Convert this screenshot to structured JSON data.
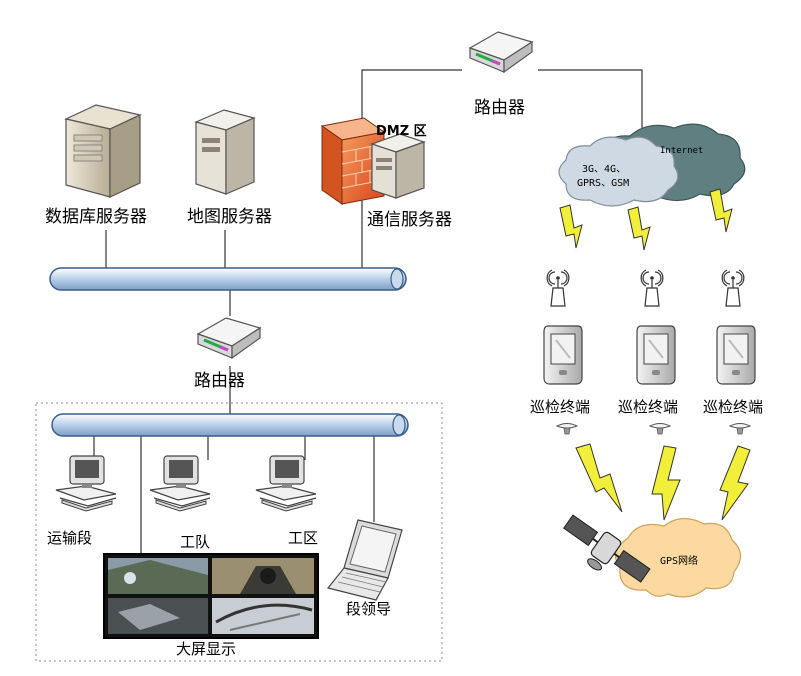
{
  "labels": {
    "router_top": "路由器",
    "dmz": "DMZ 区",
    "db_server": "数据库服务器",
    "map_server": "地图服务器",
    "comm_server": "通信服务器",
    "router_mid": "路由器",
    "transport": "运输段",
    "team": "工队",
    "zone": "工区",
    "leader": "段领导",
    "big_screen": "大屏显示",
    "cloud_mobile_line1": "3G、4G、",
    "cloud_mobile_line2": "GPRS、GSM",
    "cloud_internet": "Internet",
    "cloud_gps": "GPS网络",
    "terminal_1": "巡检终端",
    "terminal_2": "巡检终端",
    "terminal_3": "巡检终端"
  },
  "colors": {
    "bus_fill": "#cfe0f0",
    "bus_stroke": "#3a5d8a",
    "mobile_cloud": "#cfd9e3",
    "internet_cloud": "#5f7f7f",
    "gps_cloud": "#fbd9a0",
    "lightning": "#f2ef3a",
    "firewall": "#e8642a"
  },
  "icons": [
    "router-icon",
    "server-tower-icon",
    "firewall-icon",
    "workstation-icon",
    "laptop-icon",
    "antenna-icon",
    "handheld-terminal-icon",
    "gps-receiver-icon",
    "satellite-icon",
    "lightning-icon",
    "cloud-icon",
    "video-wall-icon"
  ]
}
